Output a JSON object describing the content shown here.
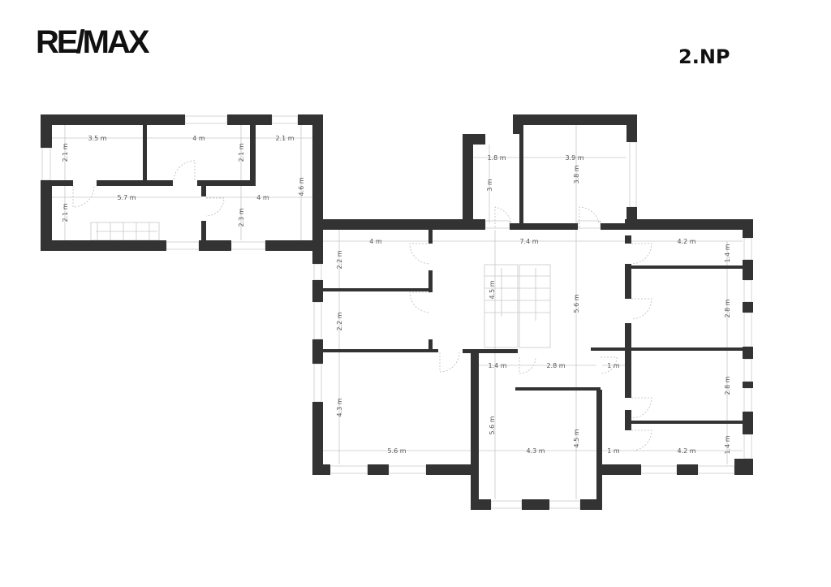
{
  "logo": {
    "text": "RE/MAX"
  },
  "floor_label": "2.NP",
  "colors": {
    "wall": "#333333",
    "dimension_line": "#c8c8c8"
  },
  "dimensions": {
    "d1": "3.5 m",
    "d2": "4 m",
    "d3": "2.1 m",
    "d4": "2.1 m",
    "d5": "2.1 m",
    "d6": "5.7 m",
    "d7": "4 m",
    "d8": "4.6 m",
    "d9": "2.1 m",
    "d10": "2.3 m",
    "d11": "1.8 m",
    "d12": "3.9 m",
    "d13": "3 m",
    "d14": "3.8 m",
    "d15": "4 m",
    "d16": "7.4 m",
    "d17": "4.2 m",
    "d18": "1.4 m",
    "d19": "2.2 m",
    "d20": "2.2 m",
    "d21": "4.5 m",
    "d22": "5.6 m",
    "d23": "2.8 m",
    "d24": "1.4 m",
    "d25": "2.8 m",
    "d26": "1 m",
    "d27": "2.8 m",
    "d28": "4.3 m",
    "d29": "5.6 m",
    "d30": "4.5 m",
    "d31": "5.6 m",
    "d32": "4.3 m",
    "d33": "1 m",
    "d34": "4.2 m",
    "d35": "1.4 m"
  }
}
